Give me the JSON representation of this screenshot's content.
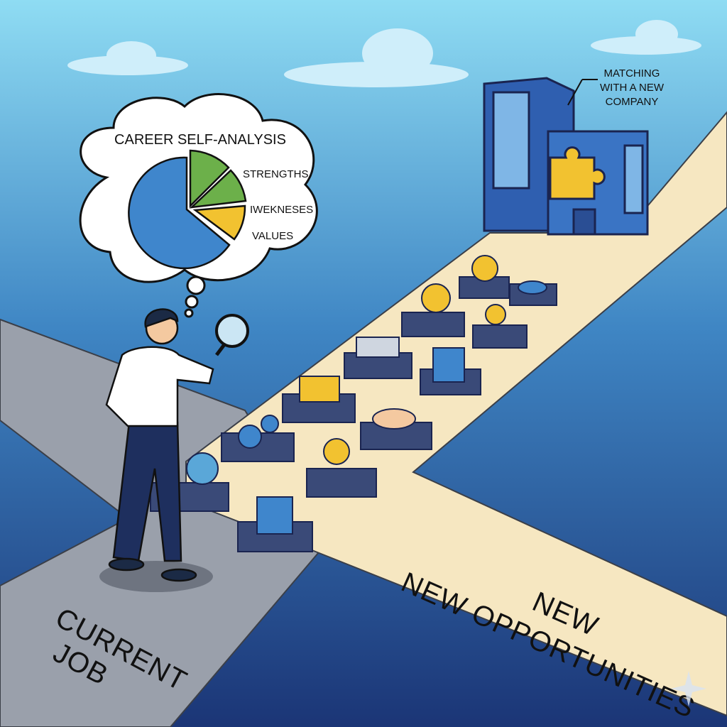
{
  "thought_bubble": {
    "title": "CAREER SELF-ANALYSIS",
    "pie_labels": [
      "STRENGTHS",
      "IWEKNESES",
      "VALUES"
    ]
  },
  "company_callout": [
    "MATCHING",
    "WITH A NEW",
    "COMPANY"
  ],
  "roads": {
    "current": [
      "CURRENT",
      "JOB"
    ],
    "new": [
      "NEW",
      "NEW OPPORTUNITIES"
    ]
  },
  "colors": {
    "sky_top": "#8fdcf3",
    "sky_bottom": "#1b3576",
    "road_gray": "#9aa0ab",
    "road_cream": "#f6e7c1",
    "pie_blue": "#3f86cc",
    "pie_green": "#6cb04a",
    "pie_yellow": "#f2c230"
  }
}
